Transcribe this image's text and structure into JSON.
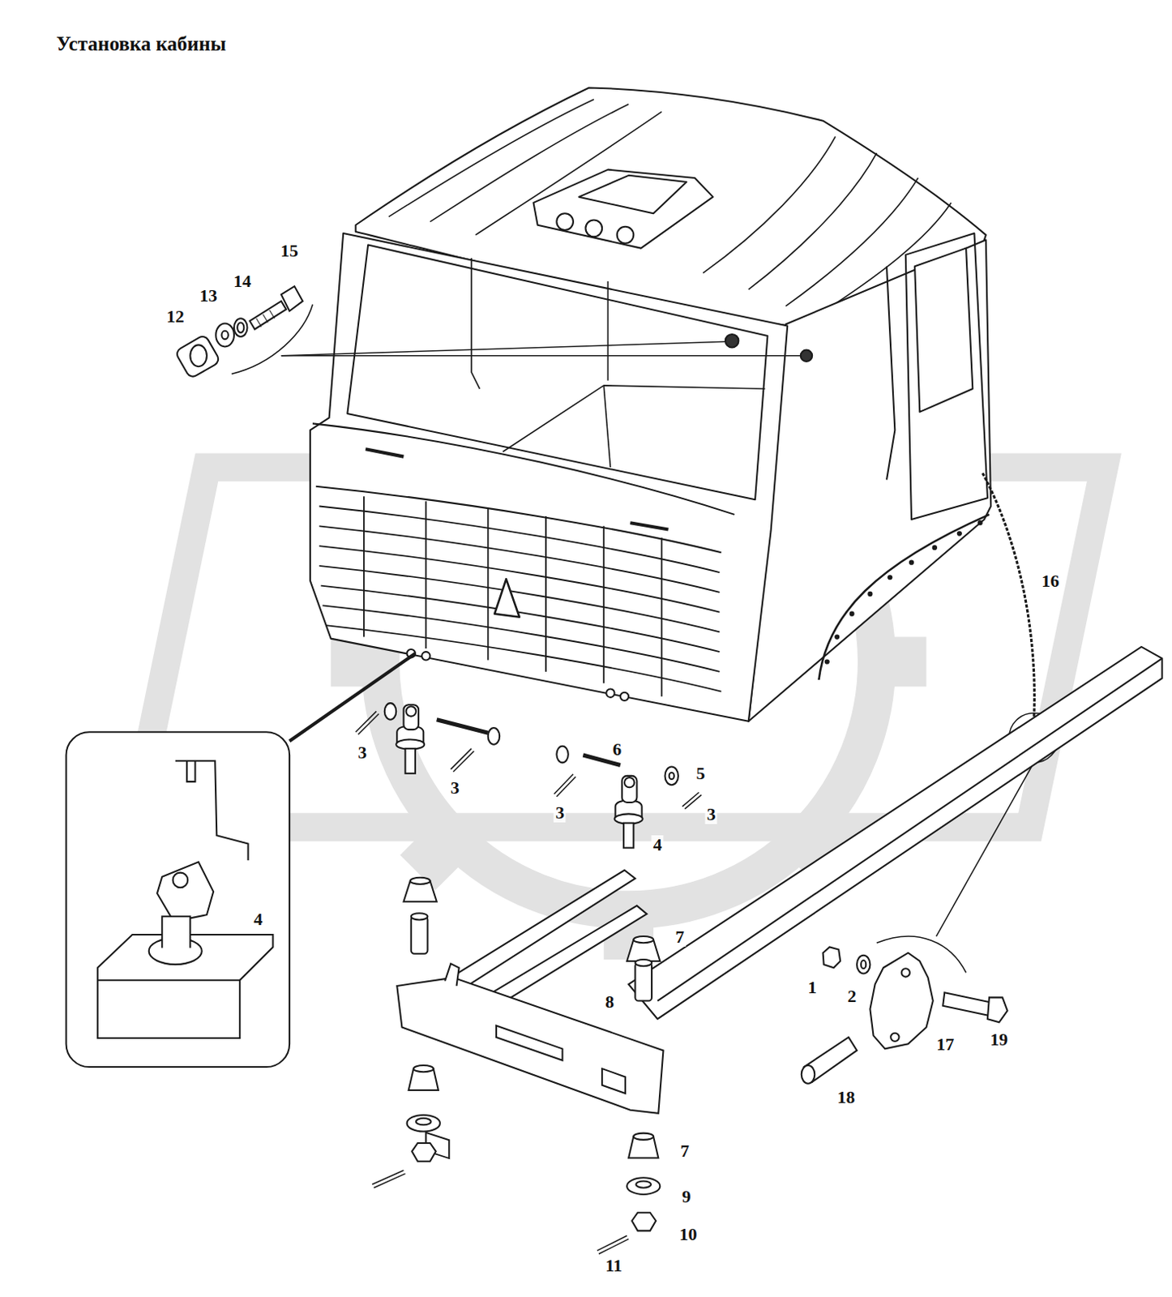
{
  "diagram": {
    "title": "Установка кабины",
    "labels": [
      "15",
      "14",
      "13",
      "12",
      "16",
      "3",
      "3",
      "6",
      "5",
      "3",
      "3",
      "4",
      "4",
      "7",
      "8",
      "1",
      "2",
      "19",
      "17",
      "18",
      "7",
      "9",
      "10",
      "11"
    ]
  }
}
